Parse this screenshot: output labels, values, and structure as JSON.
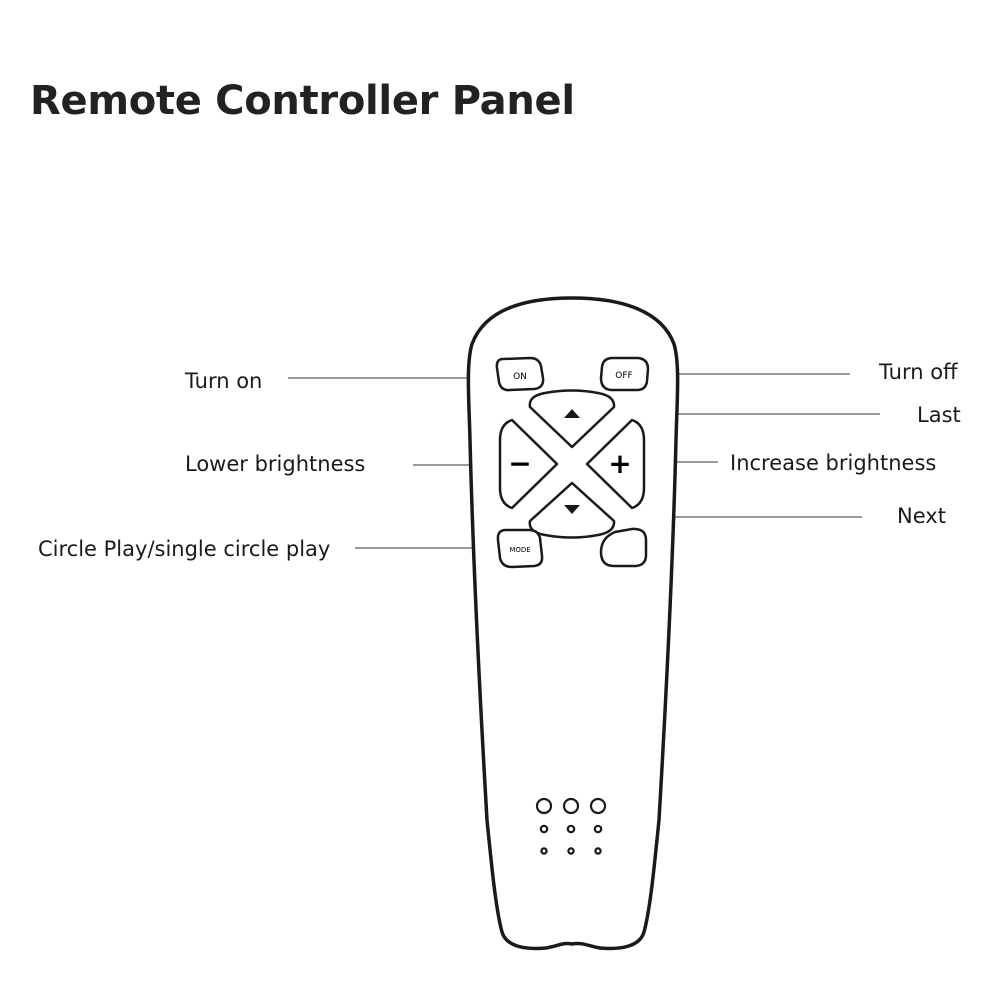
{
  "title": "Remote Controller Panel",
  "labels": {
    "turn_on": "Turn on",
    "turn_off": "Turn off",
    "last": "Last",
    "lower_brightness": "Lower brightness",
    "increase_brightness": "Increase brightness",
    "next": "Next",
    "circle_play": "Circle Play/single circle play"
  },
  "remote": {
    "on_button": "ON",
    "off_button": "OFF",
    "mode_button": "MODE",
    "minus_symbol": "−",
    "plus_symbol": "+"
  },
  "colors": {
    "outline": "#1a1a1a",
    "leader_line": "#999999",
    "background": "#ffffff"
  }
}
